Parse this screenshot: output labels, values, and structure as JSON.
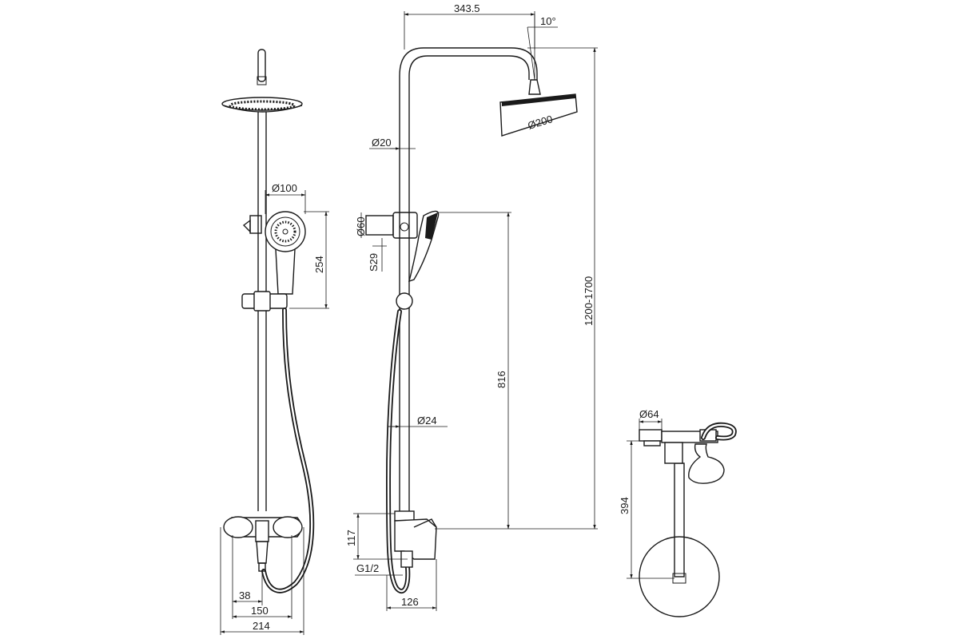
{
  "dimensions": {
    "head_arm_length": "343.5",
    "head_tilt": "10°",
    "total_height": "1200-1700",
    "rod_diameter_upper": "Ø20",
    "head_diameter": "Ø200",
    "hand_shower_diameter": "Ø100",
    "bracket_diameter": "Ø60",
    "bracket_size": "S29",
    "hand_shower_height": "254",
    "rod_diameter_lower": "Ø24",
    "slide_to_mixer": "816",
    "mixer_height": "117",
    "inlet_thread": "G1/2",
    "mixer_depth": "126",
    "inlet_offset": "38",
    "inlet_spacing": "150",
    "mixer_width": "214",
    "cap_diameter": "Ø64",
    "mixer_to_flange": "394"
  }
}
